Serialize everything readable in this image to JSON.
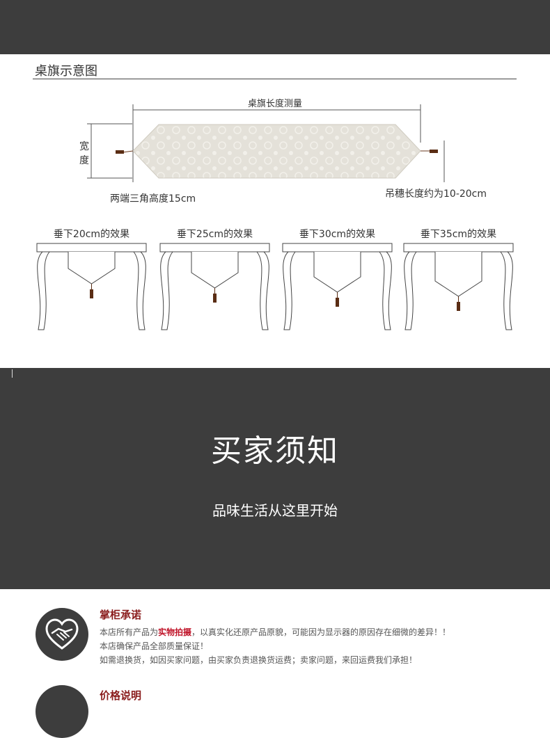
{
  "section": {
    "title": "桌旗示意图"
  },
  "diagram": {
    "length_label": "桌旗长度测量",
    "width_label_top": "宽",
    "width_label_bottom": "度",
    "corner_label": "两端三角高度15cm",
    "tassel_label": "吊穗长度约为10-20cm",
    "drops": [
      {
        "label": "垂下20cm的效果",
        "drop_cm": 20
      },
      {
        "label": "垂下25cm的效果",
        "drop_cm": 25
      },
      {
        "label": "垂下30cm的效果",
        "drop_cm": 30
      },
      {
        "label": "垂下35cm的效果",
        "drop_cm": 35
      }
    ]
  },
  "notice": {
    "title": "买家须知",
    "subtitle": "品味生活从这里开始"
  },
  "promise": {
    "icon": "handshake-heart-icon",
    "title": "掌柜承诺",
    "line1_pre": "本店所有产品为",
    "line1_highlight": "实物拍摄",
    "line1_post": "，以真实化还原产品原貌，可能因为显示器的原因存在细微的差异！！",
    "line2": "本店确保产品全部质量保证！",
    "line3": "如需退换货，如因买家问题，由买家负责退换货运费；卖家问题，来回运费我们承担！"
  },
  "price": {
    "title": "价格说明"
  },
  "colors": {
    "dark_band": "#3d3d3d",
    "accent": "#8a1c1c",
    "highlight": "#c0152a"
  }
}
